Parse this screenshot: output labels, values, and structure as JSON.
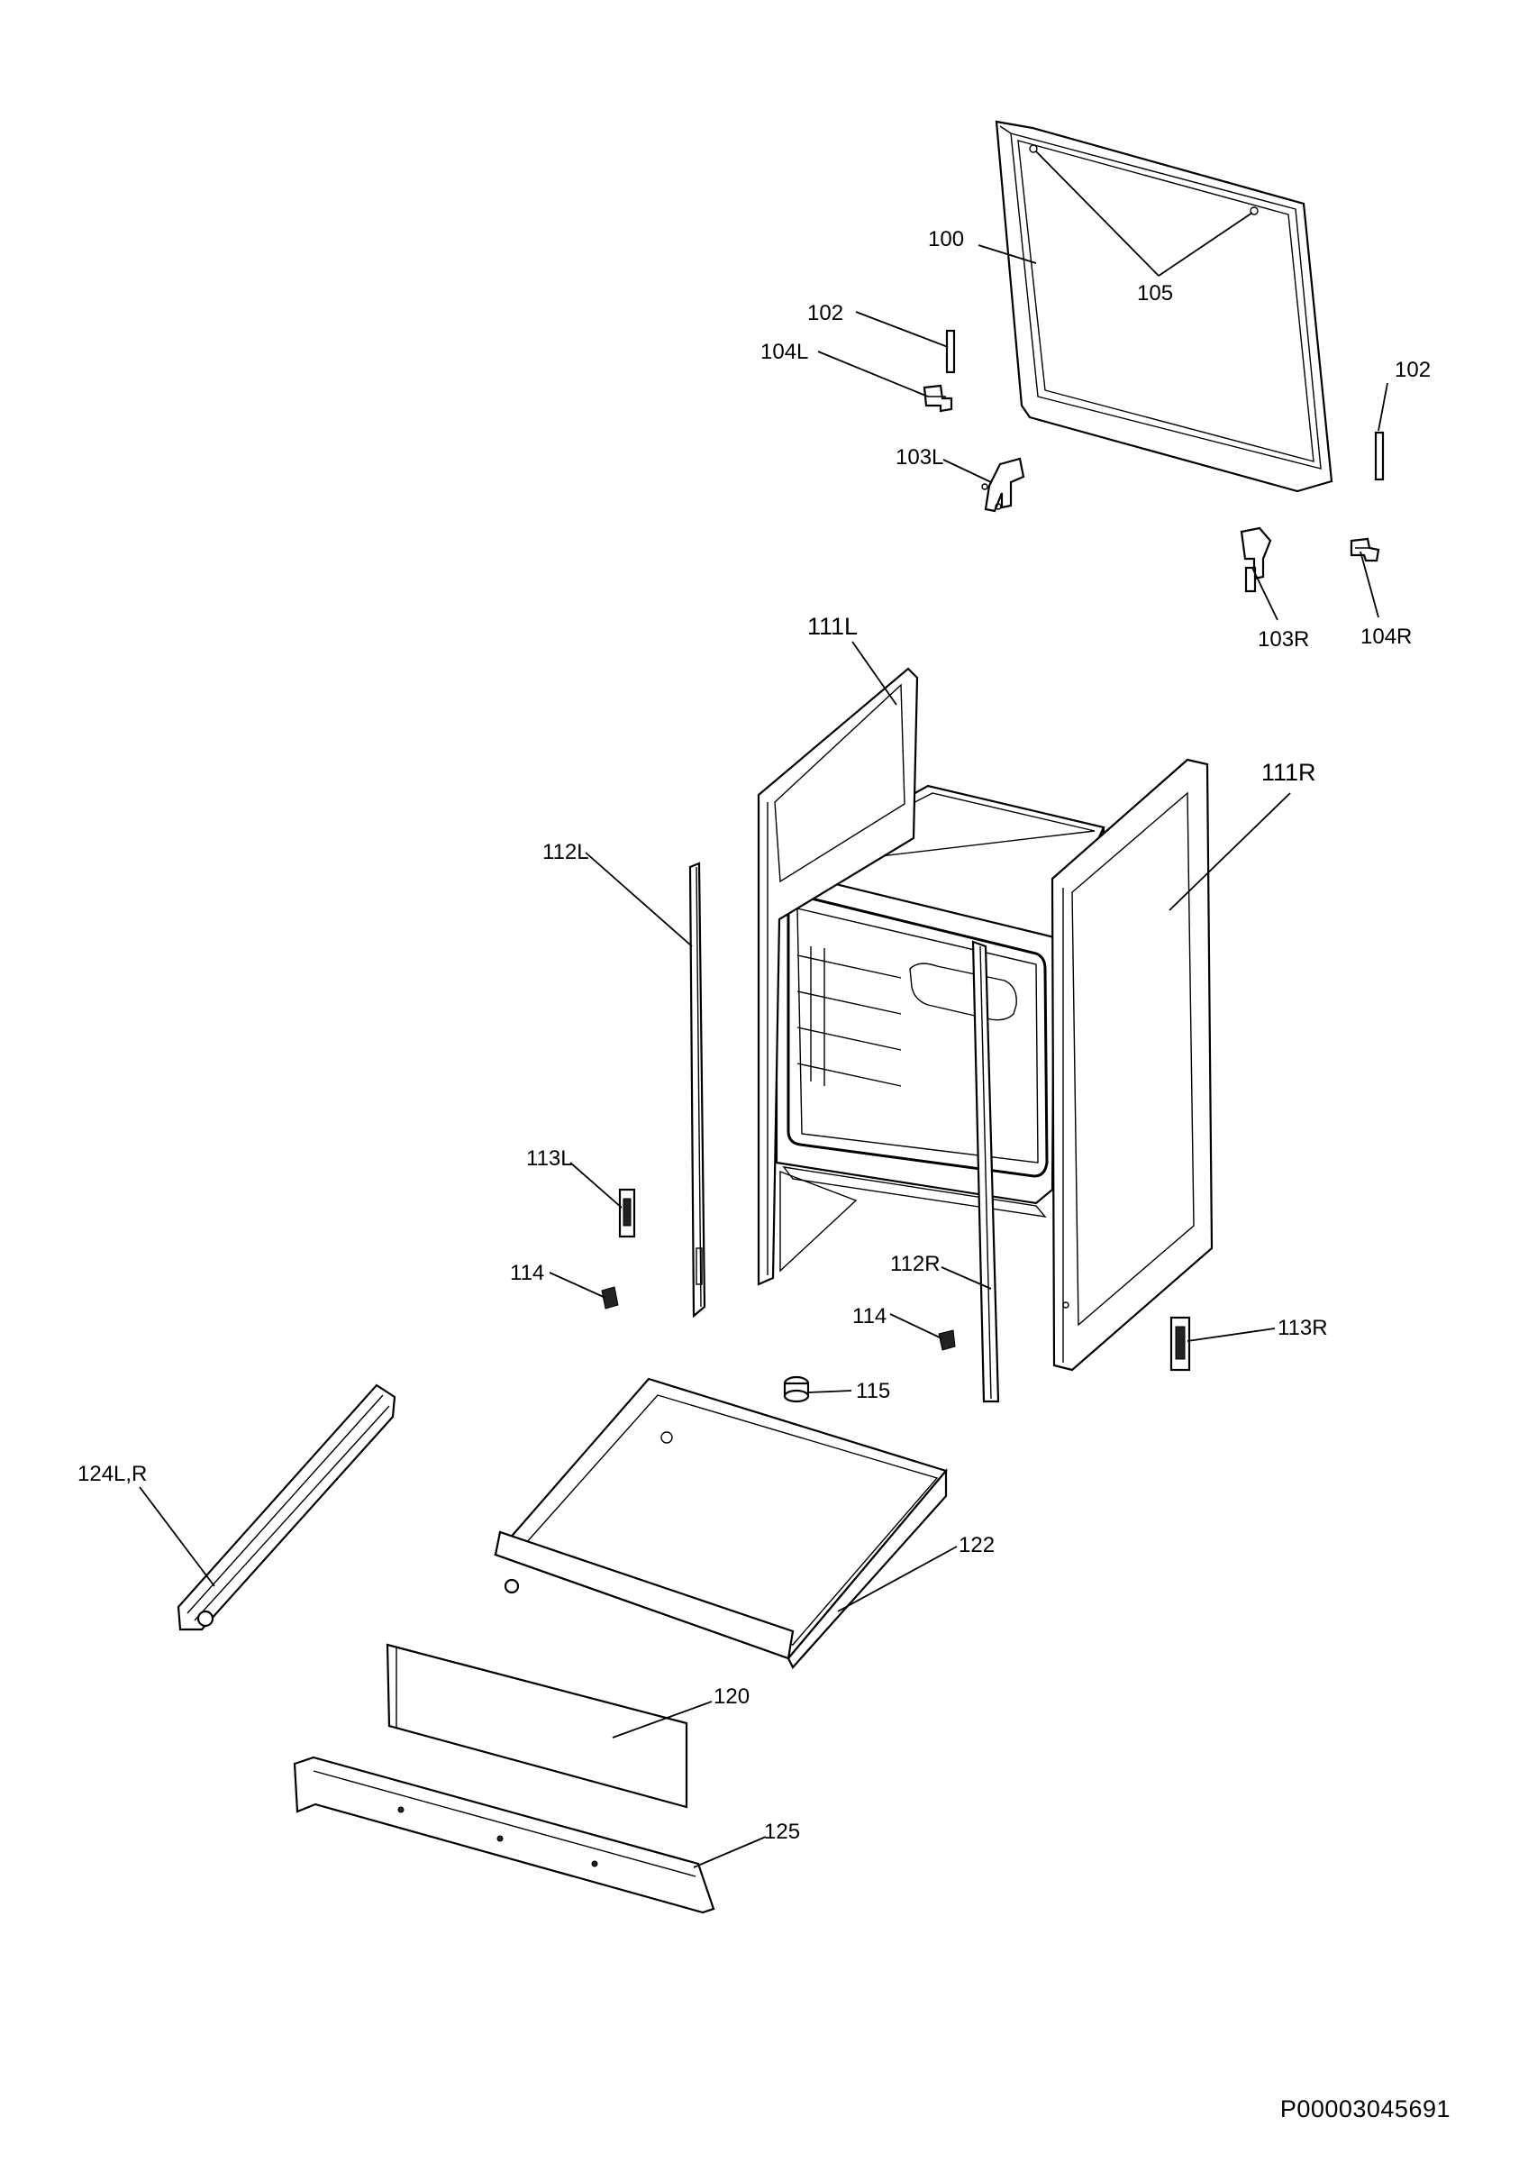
{
  "document": {
    "id": "P00003045691"
  },
  "labels": {
    "l100": "100",
    "l105": "105",
    "l102a": "102",
    "l102b": "102",
    "l104L": "104L",
    "l103L": "103L",
    "l103R": "103R",
    "l104R": "104R",
    "l111L": "111L",
    "l111R": "111R",
    "l112L": "112L",
    "l112R": "112R",
    "l113L": "113L",
    "l113R": "113R",
    "l114a": "114",
    "l114b": "114",
    "l115": "115",
    "l124": "124L,R",
    "l122": "122",
    "l120": "120",
    "l125": "125"
  }
}
